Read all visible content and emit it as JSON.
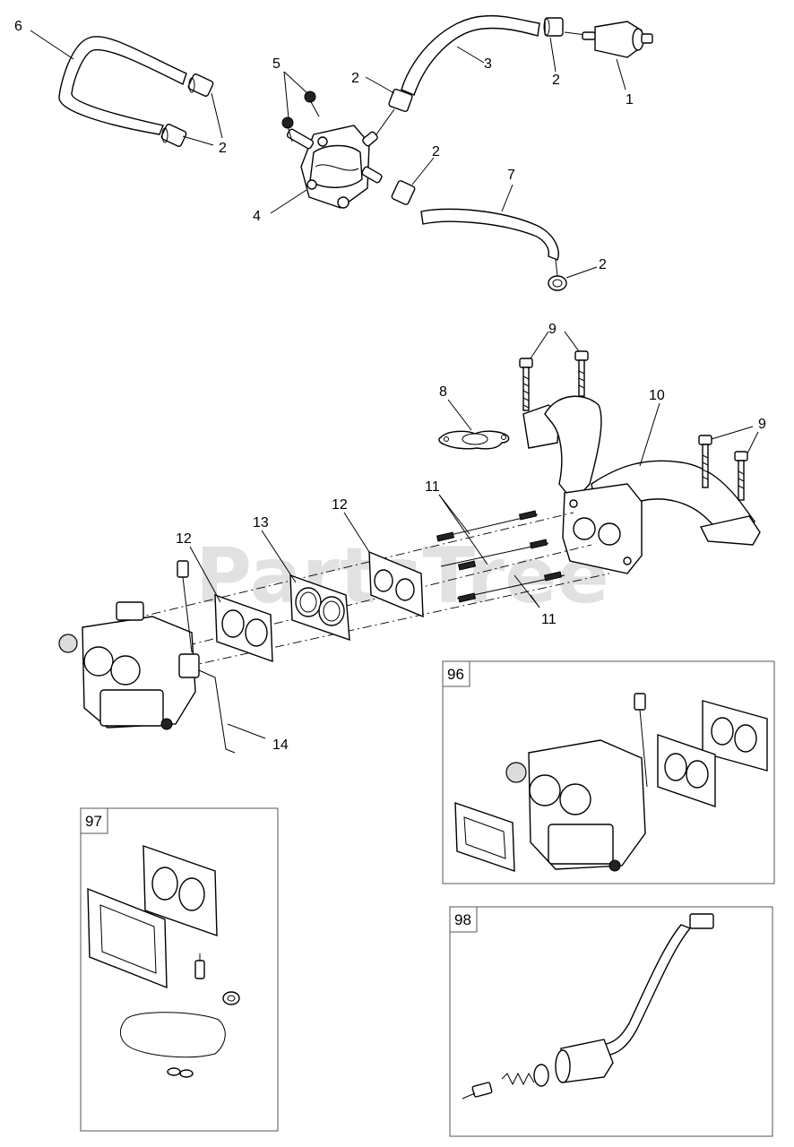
{
  "watermark": "PartsTree",
  "callouts": {
    "c1": "1",
    "c2a": "2",
    "c2b": "2",
    "c2c": "2",
    "c2d": "2",
    "c2e": "2",
    "c3": "3",
    "c4": "4",
    "c5": "5",
    "c6": "6",
    "c7": "7",
    "c8": "8",
    "c9a": "9",
    "c9b": "9",
    "c10": "10",
    "c11a": "11",
    "c11b": "11",
    "c12a": "12",
    "c12b": "12",
    "c13": "13",
    "c14": "14"
  },
  "kits": {
    "k96": "96",
    "k97": "97",
    "k98": "98"
  }
}
